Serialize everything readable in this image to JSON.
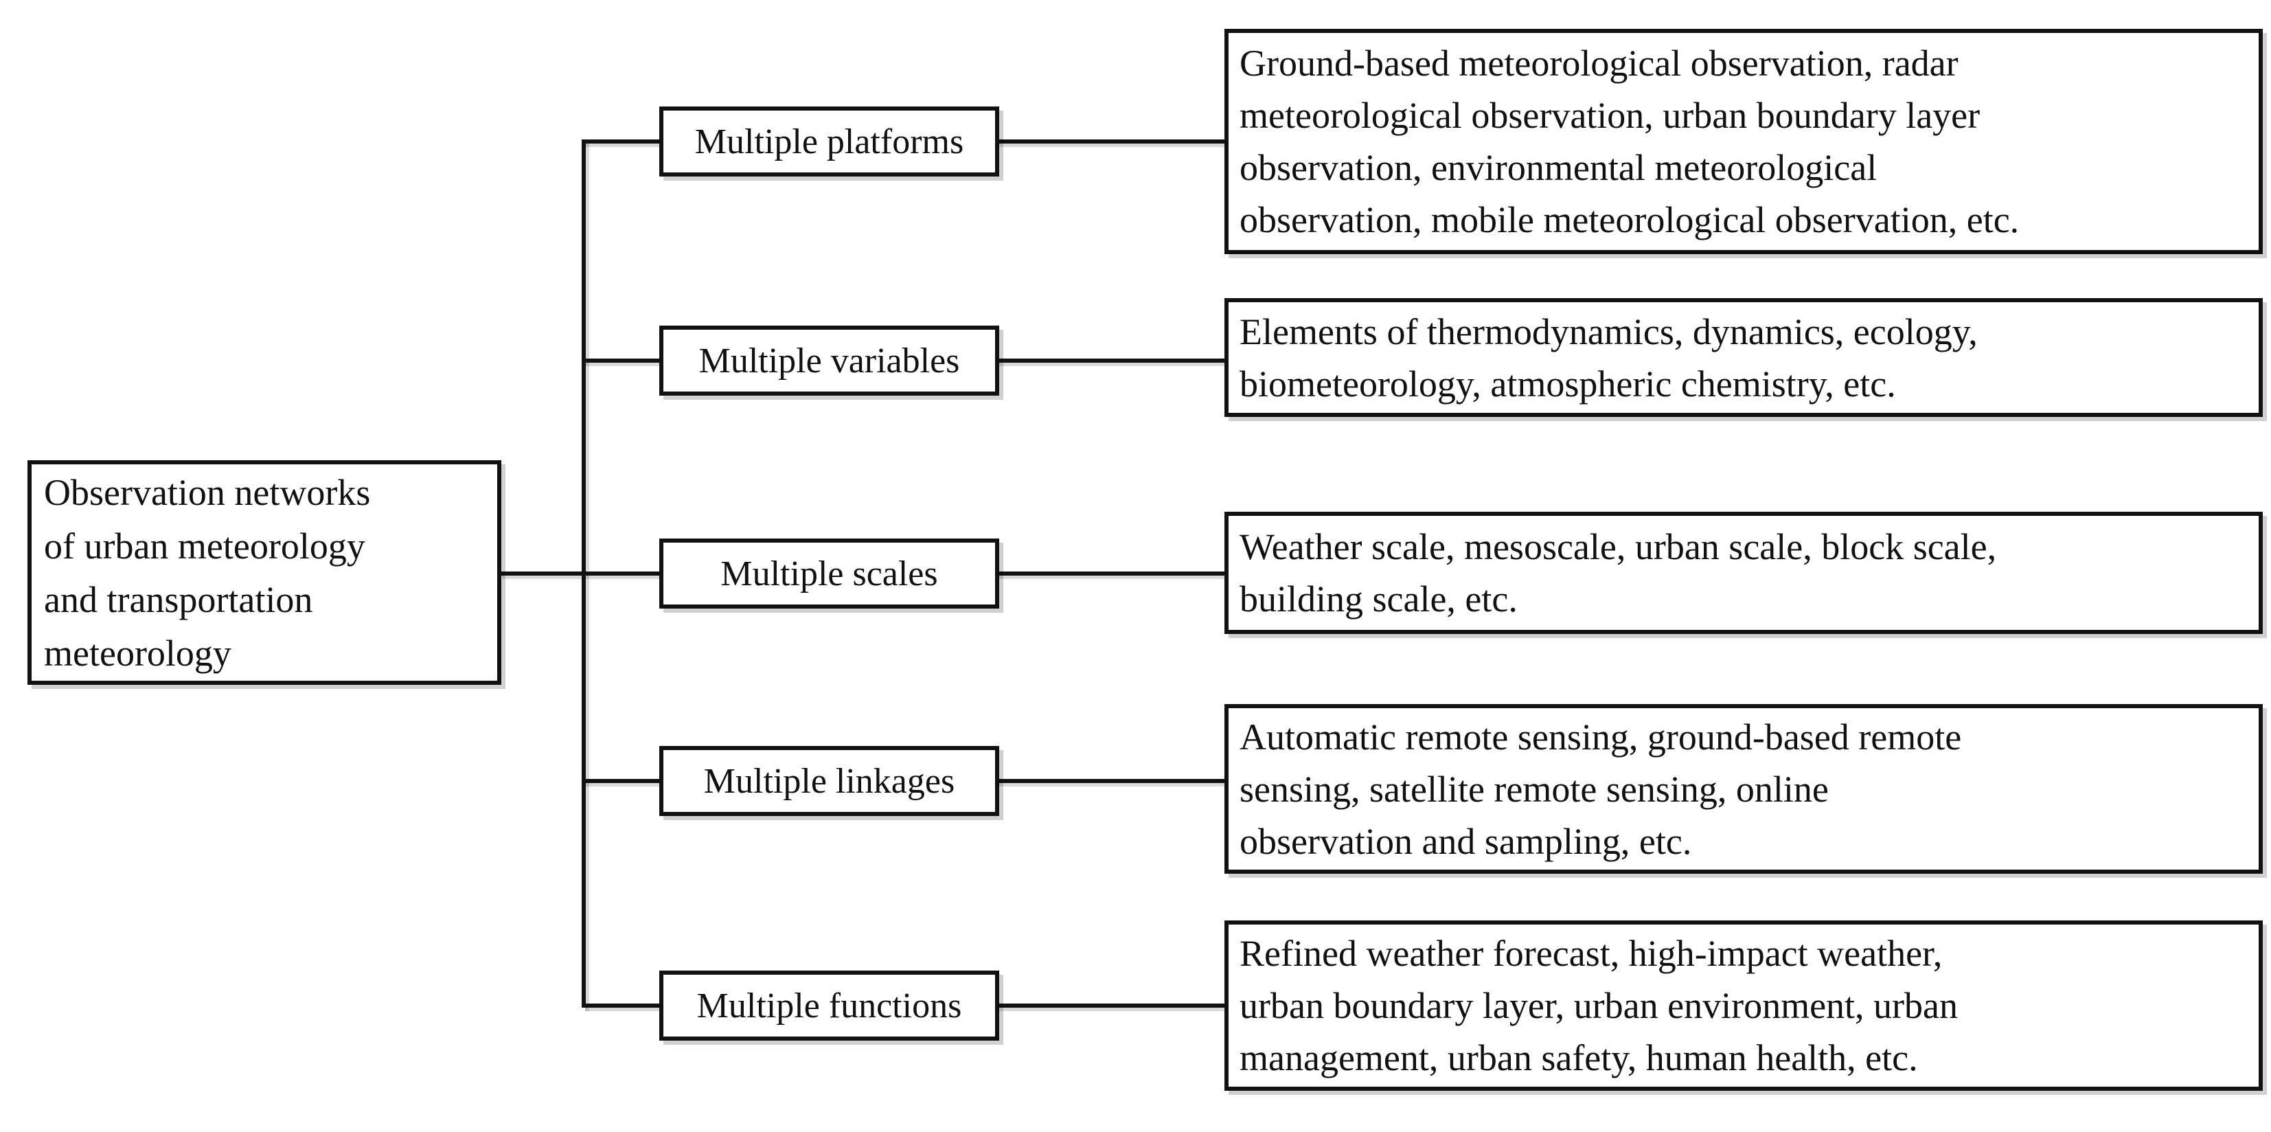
{
  "figure": {
    "title": "Observation networks of urban meteorology and transportation meteorology diagram",
    "colors": {
      "background": "#ffffff",
      "box_fill": "#ffffff",
      "border_and_lines": "#111111",
      "text": "#111111"
    },
    "root": {
      "label": "Observation networks\nof urban meteorology\nand transportation\nmeteorology"
    },
    "rows": [
      {
        "category": "Multiple platforms",
        "description": "Ground-based meteorological observation, radar\nmeteorological observation, urban boundary layer\nobservation, environmental meteorological\nobservation, mobile meteorological observation, etc."
      },
      {
        "category": "Multiple variables",
        "description": "Elements of thermodynamics, dynamics, ecology,\nbiometeorology, atmospheric chemistry, etc."
      },
      {
        "category": "Multiple scales",
        "description": "Weather scale, mesoscale, urban scale, block scale,\nbuilding scale, etc."
      },
      {
        "category": "Multiple linkages",
        "description": "Automatic remote sensing, ground-based remote\nsensing, satellite remote sensing, online\nobservation and sampling, etc."
      },
      {
        "category": "Multiple functions",
        "description": "Refined weather forecast, high-impact weather,\nurban boundary layer, urban environment, urban\nmanagement, urban safety, human health, etc."
      }
    ]
  }
}
